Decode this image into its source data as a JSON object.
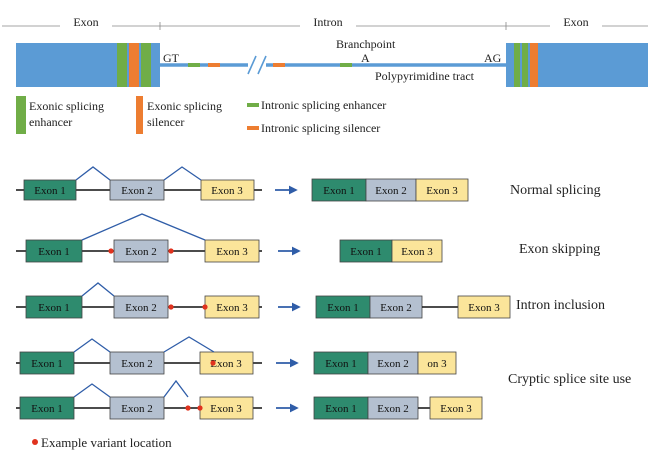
{
  "header": {
    "exon_left": "Exon",
    "intron": "Intron",
    "exon_right": "Exon"
  },
  "gene_diagram": {
    "gt": "GT",
    "ag": "AG",
    "branchpoint": "Branchpoint",
    "branchpoint_base": "A",
    "polypyrimidine": "Polypyrimidine tract"
  },
  "legend": {
    "ese_line1": "Exonic splicing",
    "ese_line2": "enhancer",
    "ess_line1": "Exonic splicing",
    "ess_line2": "silencer",
    "ise": "Intronic splicing enhancer",
    "iss": "Intronic splicing silencer",
    "variant": "Example variant location"
  },
  "exons": {
    "exon1": "Exon 1",
    "exon2": "Exon 2",
    "exon3": "Exon 3",
    "exon3_partial": "on 3"
  },
  "outcomes": {
    "normal": "Normal splicing",
    "skipping": "Exon skipping",
    "inclusion": "Intron inclusion",
    "cryptic": "Cryptic splice site use"
  },
  "colors": {
    "exon_blue": "#5b9bd5",
    "enhancer_green": "#70ad47",
    "silencer_orange": "#ed7d31",
    "exon1_fill": "#2e8b6e",
    "exon2_fill": "#b4c0d0",
    "exon3_fill": "#fbe59a",
    "arrow_blue": "#2f5da8",
    "variant_red": "#e0321e",
    "arc_blue": "#2f5da8"
  }
}
